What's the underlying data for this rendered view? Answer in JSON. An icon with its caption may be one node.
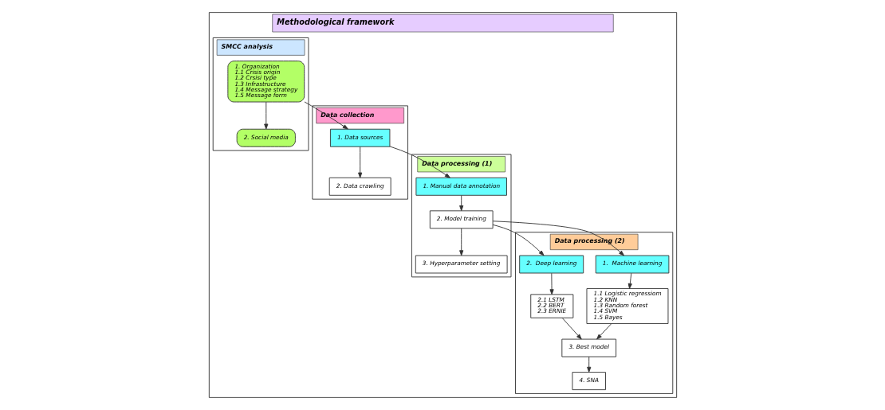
{
  "diagram": {
    "nodes": [
      {
        "text": [
          "Methodological framework"
        ]
      },
      {
        "text": [
          "SMCC analysis"
        ],
        "in": 0
      },
      {
        "text": [
          "Data collection"
        ],
        "in": 0
      },
      {
        "text": [
          "Data processing (1)"
        ],
        "in": 0
      },
      {
        "text": [
          "Data processing (2)"
        ],
        "in": 0
      },
      {
        "text": [
          "1. Organization",
          "1.1 Crisis origin",
          "1.2 Crsisi type",
          "1.3 Infrastructure",
          "1.4 Message strategy",
          "1.5 Message form"
        ],
        "in": 1
      },
      {
        "text": [
          "2. Social media"
        ],
        "in": 1
      },
      {
        "text": [
          "1. Data sources"
        ],
        "in": 2
      },
      {
        "text": [
          "2. Data crawling"
        ],
        "in": 2
      },
      {
        "text": [
          "1. Manual data annotation"
        ],
        "in": 3
      },
      {
        "text": [
          "2. Model training"
        ],
        "in": 3
      },
      {
        "text": [
          "3. Hyperparameter setting"
        ],
        "in": 3
      },
      {
        "text": [
          "1.  Machine learning"
        ],
        "in": 4
      },
      {
        "text": [
          "1.1 Logistic regressiom",
          "1.2 KNN",
          "1.3 Random forest",
          "1.4 SVM",
          "1.5 Bayes"
        ],
        "in": 4
      },
      {
        "text": [
          "2.1 LSTM",
          "2.2 BERT",
          "2.3 ERNIE"
        ],
        "in": 4
      },
      {
        "text": [
          "2.  Deep learning"
        ],
        "in": 4
      },
      {
        "text": [
          "3. Best model"
        ],
        "in": 4
      },
      {
        "text": [
          "4. SNA"
        ],
        "in": 4
      }
    ],
    "edges": [
      {
        "from": 5,
        "to": 6,
        "arrow": "to"
      },
      {
        "from": 5,
        "to": 7,
        "arrow": "to"
      },
      {
        "from": 7,
        "to": 8,
        "arrow": "to"
      },
      {
        "from": 7,
        "to": 9,
        "arrow": "to"
      },
      {
        "from": 9,
        "to": 10,
        "arrow": "to"
      },
      {
        "from": 10,
        "to": 11,
        "arrow": "to"
      },
      {
        "from": 10,
        "to": 12,
        "arrow": "to"
      },
      {
        "from": 10,
        "to": 15,
        "arrow": "to"
      },
      {
        "from": 12,
        "to": 13,
        "arrow": "to"
      },
      {
        "from": 15,
        "to": 14,
        "arrow": "to"
      },
      {
        "from": 13,
        "to": 16,
        "arrow": "to"
      },
      {
        "from": 14,
        "to": 16,
        "arrow": "to"
      },
      {
        "from": 16,
        "to": 17,
        "arrow": "to"
      }
    ]
  }
}
